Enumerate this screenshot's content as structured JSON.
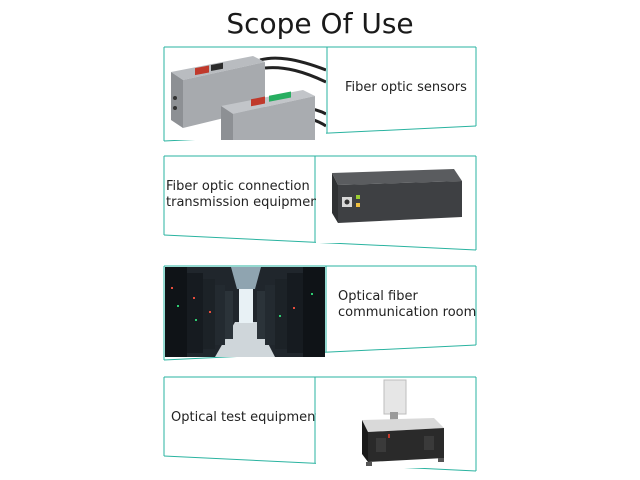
{
  "title": "Scope Of Use",
  "accent_color": "#2ab3a0",
  "items": [
    {
      "label_lines": [
        "Fiber optic sensors"
      ],
      "image": "fiber-optic-sensor-amplifiers",
      "image_side": "left"
    },
    {
      "label_lines": [
        "Fiber optic connection",
        "transmission equipment"
      ],
      "image": "network-switch-box",
      "image_side": "right"
    },
    {
      "label_lines": [
        "Optical fiber",
        "communication room"
      ],
      "image": "server-room-racks",
      "image_side": "left"
    },
    {
      "label_lines": [
        "Optical test equipment"
      ],
      "image": "optical-measuring-machine",
      "image_side": "right"
    }
  ]
}
